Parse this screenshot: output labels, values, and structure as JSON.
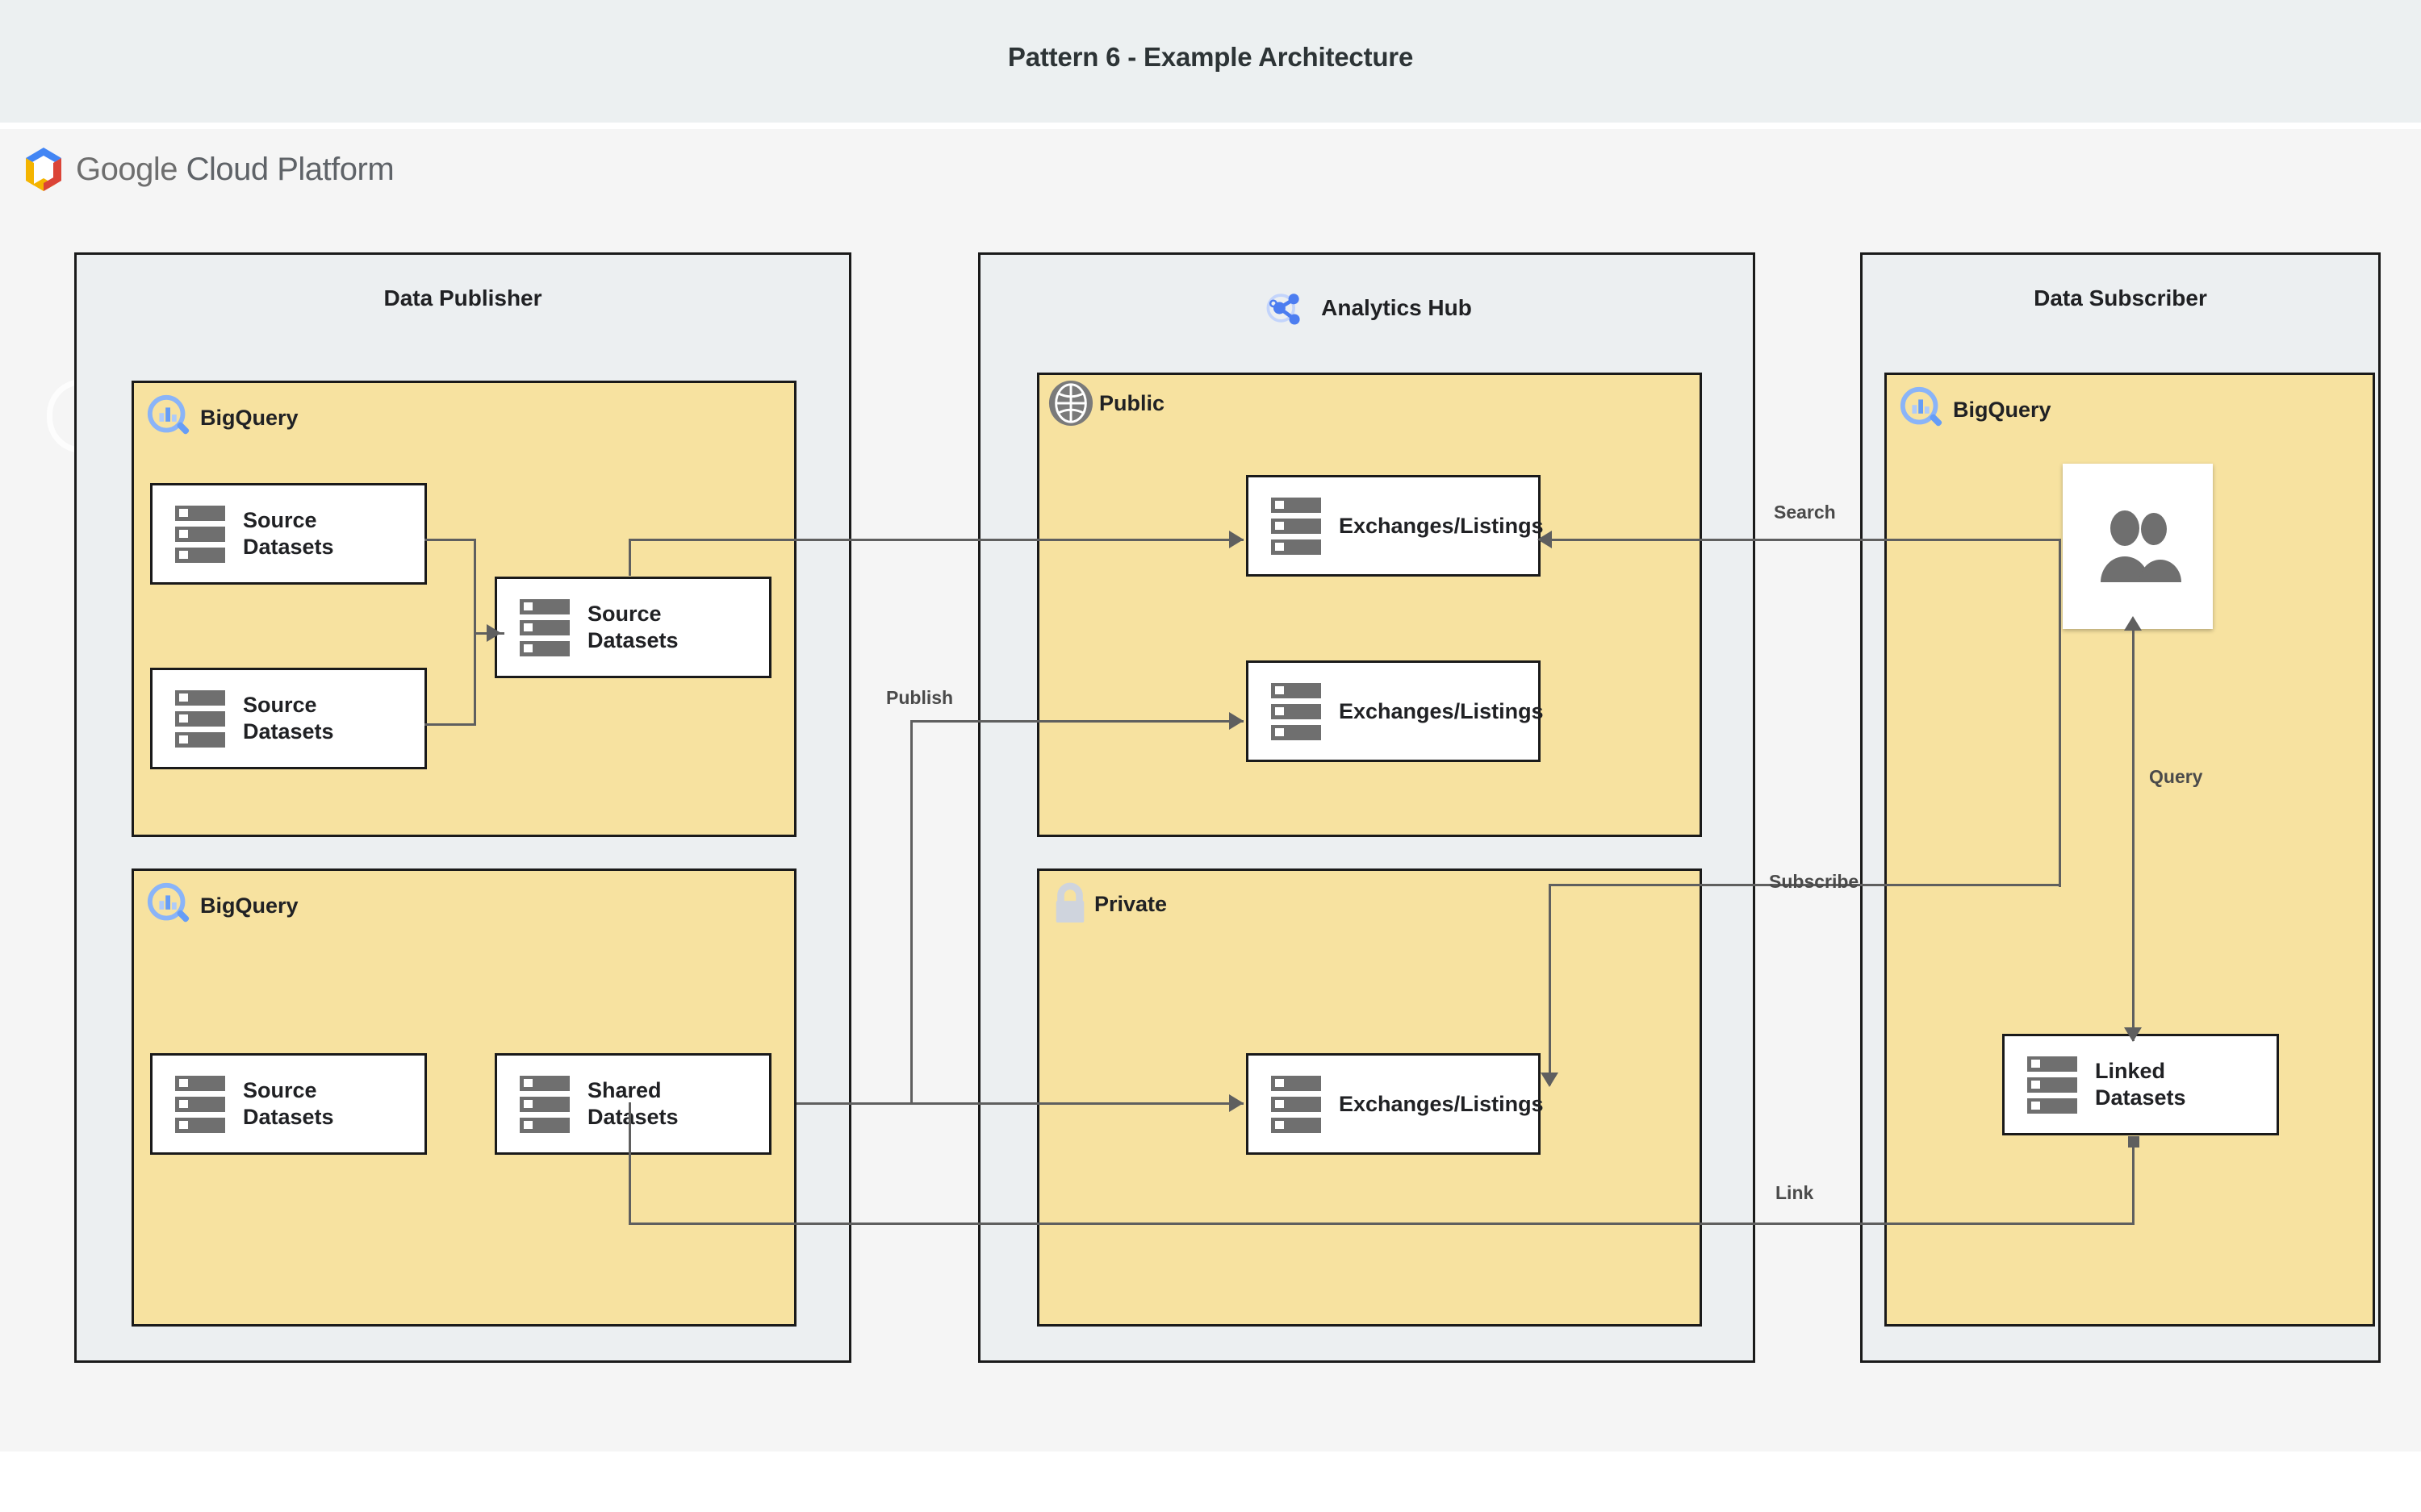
{
  "page": {
    "title": "Pattern 6 - Example Architecture",
    "platform_label_google": "Google",
    "platform_label_rest": "Cloud Platform"
  },
  "colors": {
    "title_band": "#ecf0f1",
    "canvas": "#f5f5f5",
    "zone_fill": "#eceff1",
    "group_fill": "#f7e2a0",
    "node_fill": "#ffffff",
    "border": "#1a1a1a",
    "wire": "#5f5f5f",
    "bigquery_blue": "#8ab4f8",
    "analytics_hub_blue": "#4c7df0",
    "icon_gray": "#6f6f6f",
    "lock_gray": "#cfd4dd"
  },
  "zones": [
    {
      "id": "publisher",
      "title": "Data Publisher",
      "icon": null
    },
    {
      "id": "hub",
      "title": "Analytics Hub",
      "icon": "analytics-hub-icon"
    },
    {
      "id": "subscriber",
      "title": "Data Subscriber",
      "icon": null
    }
  ],
  "groups": [
    {
      "id": "pub-bq-top",
      "label": "BigQuery",
      "icon": "bigquery-icon"
    },
    {
      "id": "pub-bq-bottom",
      "label": "BigQuery",
      "icon": "bigquery-icon"
    },
    {
      "id": "hub-public",
      "label": "Public",
      "icon": "globe-icon"
    },
    {
      "id": "hub-private",
      "label": "Private",
      "icon": "lock-icon"
    },
    {
      "id": "sub-bq",
      "label": "BigQuery",
      "icon": "bigquery-icon"
    }
  ],
  "nodes": [
    {
      "id": "pub-src-1",
      "label": "Source Datasets",
      "icon": "dataset-icon"
    },
    {
      "id": "pub-src-2",
      "label": "Source Datasets",
      "icon": "dataset-icon"
    },
    {
      "id": "pub-src-3",
      "label": "Source Datasets",
      "icon": "dataset-icon"
    },
    {
      "id": "pub-src-4",
      "label": "Source Datasets",
      "icon": "dataset-icon"
    },
    {
      "id": "pub-shared",
      "label": "Shared Datasets",
      "icon": "dataset-icon"
    },
    {
      "id": "hub-listing-1",
      "label": "Exchanges/Listings",
      "icon": "dataset-icon"
    },
    {
      "id": "hub-listing-2",
      "label": "Exchanges/Listings",
      "icon": "dataset-icon"
    },
    {
      "id": "hub-listing-3",
      "label": "Exchanges/Listings",
      "icon": "dataset-icon"
    },
    {
      "id": "sub-users",
      "label": "",
      "icon": "users-icon"
    },
    {
      "id": "sub-linked",
      "label": "Linked Datasets",
      "icon": "dataset-icon"
    }
  ],
  "connector_labels": {
    "search": "Search",
    "publish": "Publish",
    "subscribe": "Subscribe",
    "query": "Query",
    "link": "Link"
  }
}
